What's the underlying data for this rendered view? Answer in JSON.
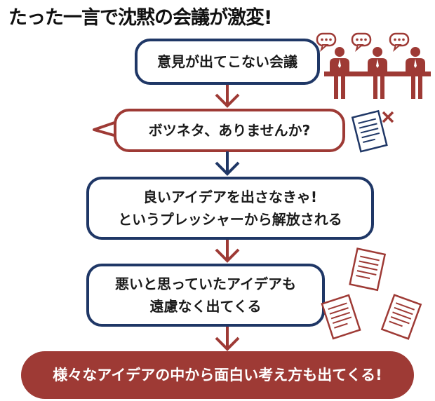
{
  "header": {
    "title": "たった一言で沈黙の会議が激変!"
  },
  "flow": {
    "step1": {
      "text": "意見が出てこない会議"
    },
    "step2": {
      "text": "ボツネタ、ありませんか?"
    },
    "step3": {
      "line1": "良いアイデアを出さなきゃ!",
      "line2": "というプレッシャーから解放される"
    },
    "step4": {
      "line1": "悪いと思っていたアイデアも",
      "line2": "遠慮なく出てくる"
    },
    "result": {
      "text": "様々なアイデアの中から面白い考え方も出てくる!"
    }
  },
  "colors": {
    "navy": "#1f3766",
    "red": "#9e3a35"
  },
  "icons": [
    "meeting-people-icon",
    "crossed-document-icon",
    "scattered-papers-icon"
  ]
}
